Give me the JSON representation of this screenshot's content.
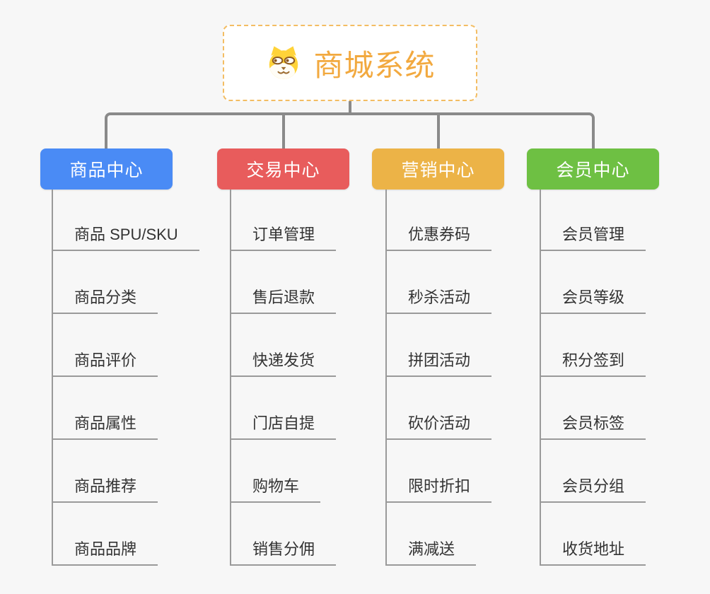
{
  "page": {
    "background_color": "#f7f7f7"
  },
  "palette": {
    "root_text": "#f2a93f",
    "root_border": "#f3bd63",
    "top_connector_line": "#8a8a8a",
    "leaf_line": "#9a9a9a",
    "leaf_text": "#333333"
  },
  "root": {
    "title": "商城系统",
    "icon": "doge-dog-face-icon"
  },
  "branches": [
    {
      "label": "商品中心",
      "color": "#4a8bf5",
      "children": [
        "商品 SPU/SKU",
        "商品分类",
        "商品评价",
        "商品属性",
        "商品推荐",
        "商品品牌"
      ]
    },
    {
      "label": "交易中心",
      "color": "#e85c5c",
      "children": [
        "订单管理",
        "售后退款",
        "快递发货",
        "门店自提",
        "购物车",
        "销售分佣"
      ]
    },
    {
      "label": "营销中心",
      "color": "#ecb347",
      "children": [
        "优惠券码",
        "秒杀活动",
        "拼团活动",
        "砍价活动",
        "限时折扣",
        "满减送"
      ]
    },
    {
      "label": "会员中心",
      "color": "#6ec043",
      "children": [
        "会员管理",
        "会员等级",
        "积分签到",
        "会员标签",
        "会员分组",
        "收货地址"
      ]
    }
  ]
}
